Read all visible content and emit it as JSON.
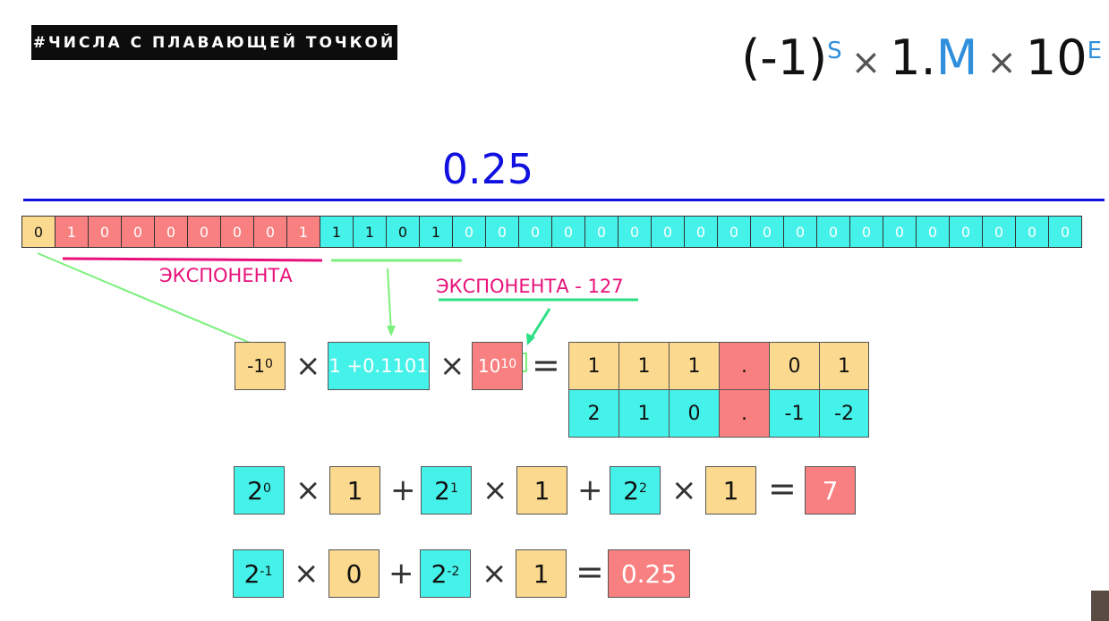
{
  "header": {
    "tag": "#ЧИСЛА С ПЛАВАЮЩЕЙ ТОЧКОЙ",
    "formula": {
      "part1": "(-1)",
      "s": "S",
      "times": "×",
      "one": "1.",
      "m": "M",
      "ten": "10",
      "e": "E"
    }
  },
  "value_title": "0.25",
  "bits": {
    "sign": "0",
    "exponent": [
      "1",
      "0",
      "0",
      "0",
      "0",
      "0",
      "0",
      "1"
    ],
    "mantissa": [
      "1",
      "1",
      "0",
      "1",
      "0",
      "0",
      "0",
      "0",
      "0",
      "0",
      "0",
      "0",
      "0",
      "0",
      "0",
      "0",
      "0",
      "0",
      "0",
      "0",
      "0",
      "0",
      "0"
    ]
  },
  "labels": {
    "exponent": "ЭКСПОНЕНТА",
    "exponent_minus": "ЭКСПОНЕНТА  - 127"
  },
  "row1": {
    "sign_box": "-1",
    "sign_sup": "0",
    "times": "×",
    "mantissa_box": "1 +0.1101",
    "exp_box": "10",
    "exp_sup": "10",
    "equals": "="
  },
  "grid": {
    "top": [
      "1",
      "1",
      "1",
      ".",
      "0",
      "1"
    ],
    "bottom": [
      "2",
      "1",
      "0",
      ".",
      "-1",
      "-2"
    ]
  },
  "row2": {
    "terms": [
      {
        "base": "2",
        "pow": "0",
        "mult": "1"
      },
      {
        "base": "2",
        "pow": "1",
        "mult": "1"
      },
      {
        "base": "2",
        "pow": "2",
        "mult": "1"
      }
    ],
    "plus": "+",
    "times": "×",
    "equals": "=",
    "result": "7"
  },
  "row3": {
    "terms": [
      {
        "base": "2",
        "pow": "-1",
        "mult": "0"
      },
      {
        "base": "2",
        "pow": "-2",
        "mult": "1"
      }
    ],
    "plus": "+",
    "times": "×",
    "equals": "=",
    "result": "0.25"
  },
  "colors": {
    "sign": "#fbd98e",
    "exponent": "#f98080",
    "mantissa": "#45f2ea",
    "title": "#1010e0",
    "pink": "#e8117a",
    "green": "#7cf07c"
  }
}
